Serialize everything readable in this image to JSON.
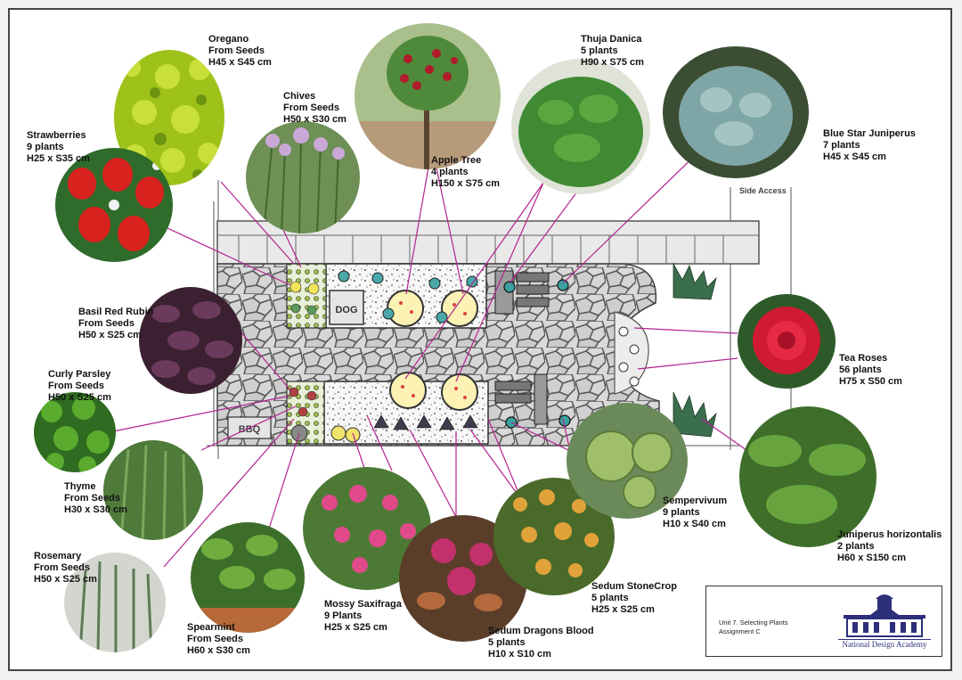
{
  "colors": {
    "leader_line": "#b4238f",
    "logo": "#2d2f7a",
    "paving": "#8a8a8a"
  },
  "labels": {
    "side_access": "Side Access",
    "dog": "DOG",
    "bbq": "BBQ"
  },
  "plants": [
    {
      "key": "oregano",
      "name": "Oregano",
      "line2": "From Seeds",
      "size": "H45 x S45 cm",
      "icon": "oregano-photo"
    },
    {
      "key": "chives",
      "name": "Chives",
      "line2": "From Seeds",
      "size": "H50 x S30 cm",
      "icon": "chives-photo"
    },
    {
      "key": "strawberries",
      "name": "Strawberries",
      "line2": "9 plants",
      "size": "H25 x S35 cm",
      "icon": "strawberries-photo"
    },
    {
      "key": "apple",
      "name": "Apple Tree",
      "line2": "4 plants",
      "size": "H150 x S75 cm",
      "icon": "apple-tree-photo"
    },
    {
      "key": "thuja",
      "name": "Thuja Danica",
      "line2": "5 plants",
      "size": "H90 x S75 cm",
      "icon": "thuja-photo"
    },
    {
      "key": "bluestar",
      "name": "Blue Star Juniperus",
      "line2": "7 plants",
      "size": "H45 x S45 cm",
      "icon": "blue-star-photo"
    },
    {
      "key": "basil",
      "name": "Basil Red Rubin",
      "line2": "From Seeds",
      "size": "H50 x S25 cm",
      "icon": "basil-photo"
    },
    {
      "key": "parsley",
      "name": "Curly Parsley",
      "line2": "From Seeds",
      "size": "H50 x S25 cm",
      "icon": "parsley-photo"
    },
    {
      "key": "thyme",
      "name": "Thyme",
      "line2": "From Seeds",
      "size": "H30 x S30 cm",
      "icon": "thyme-photo"
    },
    {
      "key": "rosemary",
      "name": "Rosemary",
      "line2": "From Seeds",
      "size": "H50 x S25 cm",
      "icon": "rosemary-photo"
    },
    {
      "key": "spearmint",
      "name": "Spearmint",
      "line2": "From Seeds",
      "size": "H60 x S30 cm",
      "icon": "spearmint-photo"
    },
    {
      "key": "saxifraga",
      "name": "Mossy Saxifraga",
      "line2": "9 Plants",
      "size": "H25 x S25 cm",
      "icon": "saxifraga-photo"
    },
    {
      "key": "dragons",
      "name": "Sedum Dragons Blood",
      "line2": "5 plants",
      "size": "H10 x S10 cm",
      "icon": "dragons-blood-photo"
    },
    {
      "key": "stonecrop",
      "name": "Sedum StoneCrop",
      "line2": "5 plants",
      "size": "H25 x S25 cm",
      "icon": "stonecrop-photo"
    },
    {
      "key": "sempervivum",
      "name": "Sempervivum",
      "line2": "9 plants",
      "size": "H10 x S40 cm",
      "icon": "sempervivum-photo"
    },
    {
      "key": "roses",
      "name": "Tea Roses",
      "line2": "56 plants",
      "size": "H75 x S50 cm",
      "icon": "tea-rose-photo"
    },
    {
      "key": "horizontalis",
      "name": "Juniperus horizontalis",
      "line2": "2 plants",
      "size": "H60 x S150 cm",
      "icon": "juniperus-horizontalis-photo"
    }
  ],
  "title_block": {
    "unit": "Unit 7. Selecting Plants",
    "assignment": "Assignment C",
    "academy": "National Design Academy"
  }
}
